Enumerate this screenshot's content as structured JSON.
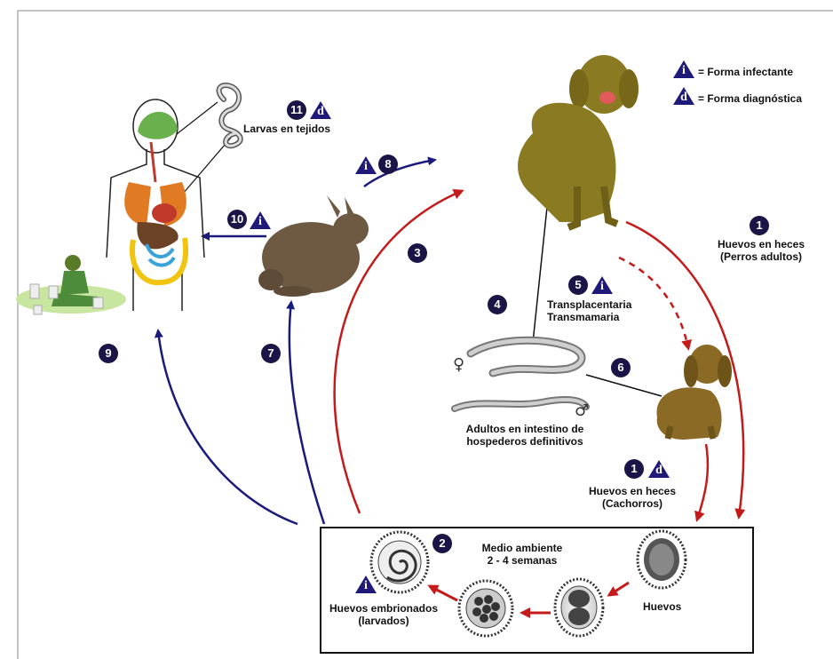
{
  "legend": {
    "infectante_glyph": "i",
    "infectante_text": "= Forma infectante",
    "diagnostica_glyph": "d",
    "diagnostica_text": "= Forma diagnóstica"
  },
  "steps": {
    "s1": "1",
    "s1b": "1",
    "s2": "2",
    "s3": "3",
    "s4": "4",
    "s5": "5",
    "s6": "6",
    "s7": "7",
    "s8": "8",
    "s9": "9",
    "s10": "10",
    "s11": "11"
  },
  "labels": {
    "larvas": "Larvas en tejidos",
    "heces_adultos_1": "Huevos en heces",
    "heces_adultos_2": "(Perros adultos)",
    "transplacentaria": "Transplacentaria",
    "transmamaria": "Transmamaria",
    "adultos_1": "Adultos en intestino de",
    "adultos_2": "hospederos definitivos",
    "heces_cachorros_1": "Huevos en heces",
    "heces_cachorros_2": "(Cachorros)",
    "medio_1": "Medio ambiente",
    "medio_2": "2 - 4 semanas",
    "huevos": "Huevos",
    "embrionados_1": "Huevos embrionados",
    "embrionados_2": "(larvados)"
  },
  "symbols": {
    "female": "♀",
    "male": "♂"
  },
  "colors": {
    "blue_arrow": "#1a1a7a",
    "red_arrow": "#c41a1a",
    "dog": "#8a7a22",
    "rabbit": "#6e5a43",
    "step_badge": "#1b1446"
  }
}
